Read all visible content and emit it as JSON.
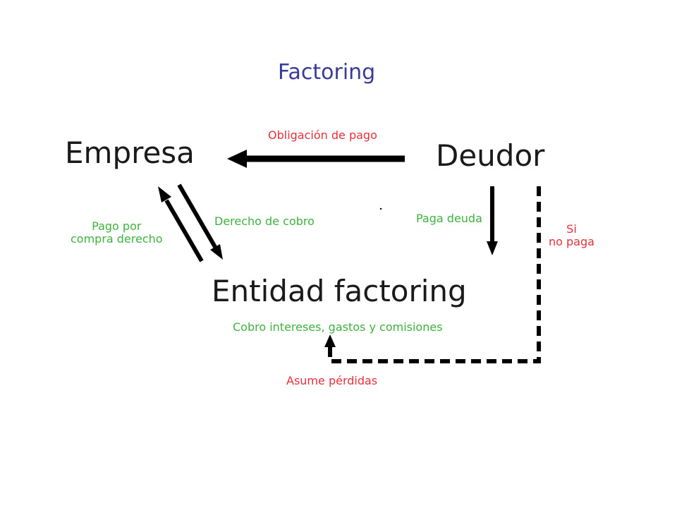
{
  "title": "Factoring",
  "nodes": {
    "empresa": "Empresa",
    "deudor": "Deudor",
    "entidad": "Entidad factoring"
  },
  "edges": {
    "obligacion": "Obligación de pago",
    "derecho_cobro": "Derecho de cobro",
    "pago_por": [
      "Pago por",
      "compra derecho"
    ],
    "paga_deuda": "Paga deuda",
    "si_no_paga": [
      "Si",
      "no paga"
    ],
    "cobro": "Cobro intereses, gastos y comisiones",
    "asume": "Asume pérdidas"
  },
  "colors": {
    "title": "#3a3a9a",
    "node_text": "#1a1a1a",
    "label_red": "#e8303a",
    "label_green": "#3eb23e",
    "arrow": "#000000"
  }
}
